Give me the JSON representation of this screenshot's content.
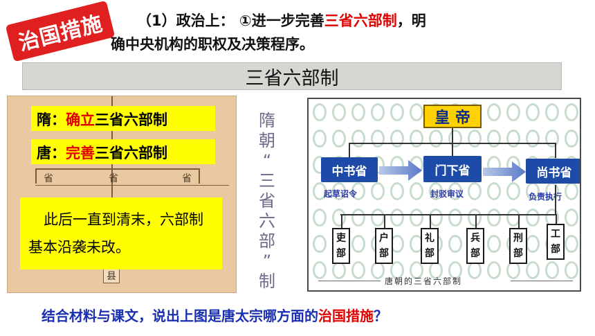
{
  "badge": {
    "text": "治国措施"
  },
  "intro": {
    "line1_pre": "（1）政治上：  ①进一步完善",
    "line1_highlight": "三省六部制",
    "line1_post": "，明",
    "line2": "确中央机构的职权及决策程序。"
  },
  "banner": {
    "title": "三省六部制"
  },
  "left_panel": {
    "sui_label": "隋：",
    "sui_highlight": "确立",
    "sui_rest": "三省六部制",
    "tang_label": "唐：",
    "tang_highlight": "完善",
    "tang_rest": "三省六部制",
    "bg_sheng": [
      "省",
      "省",
      "省"
    ],
    "bg_xian": "县",
    "note": "此后一直到清末，六部制基本沿袭未改。"
  },
  "vertical_caption": {
    "chars": [
      "隋",
      "朝",
      "“",
      "三",
      "省",
      "六",
      "部",
      "”",
      "制"
    ]
  },
  "diagram": {
    "emperor": "皇 帝",
    "secretariat": "中书省",
    "secretariat_role": "起草诏令",
    "chancellery": "门下省",
    "chancellery_role": "封驳审议",
    "department": "尚书省",
    "department_role": "负责执行",
    "ministries": [
      {
        "top": "吏",
        "bottom": "部"
      },
      {
        "top": "户",
        "bottom": "部"
      },
      {
        "top": "礼",
        "bottom": "部"
      },
      {
        "top": "兵",
        "bottom": "部"
      },
      {
        "top": "刑",
        "bottom": "部"
      },
      {
        "top": "工",
        "bottom": "部"
      }
    ],
    "caption": "唐朝的三省六部制"
  },
  "question": {
    "pre": "结合材料与课文，说出上图是唐太宗哪方面的",
    "highlight": "治国措施",
    "post": "？"
  },
  "colors": {
    "accent_red": "#e00000",
    "question_blue": "#1a2fb0",
    "highlight_yellow": "#ffff00",
    "diagram_blue": "#1e4ba8"
  }
}
